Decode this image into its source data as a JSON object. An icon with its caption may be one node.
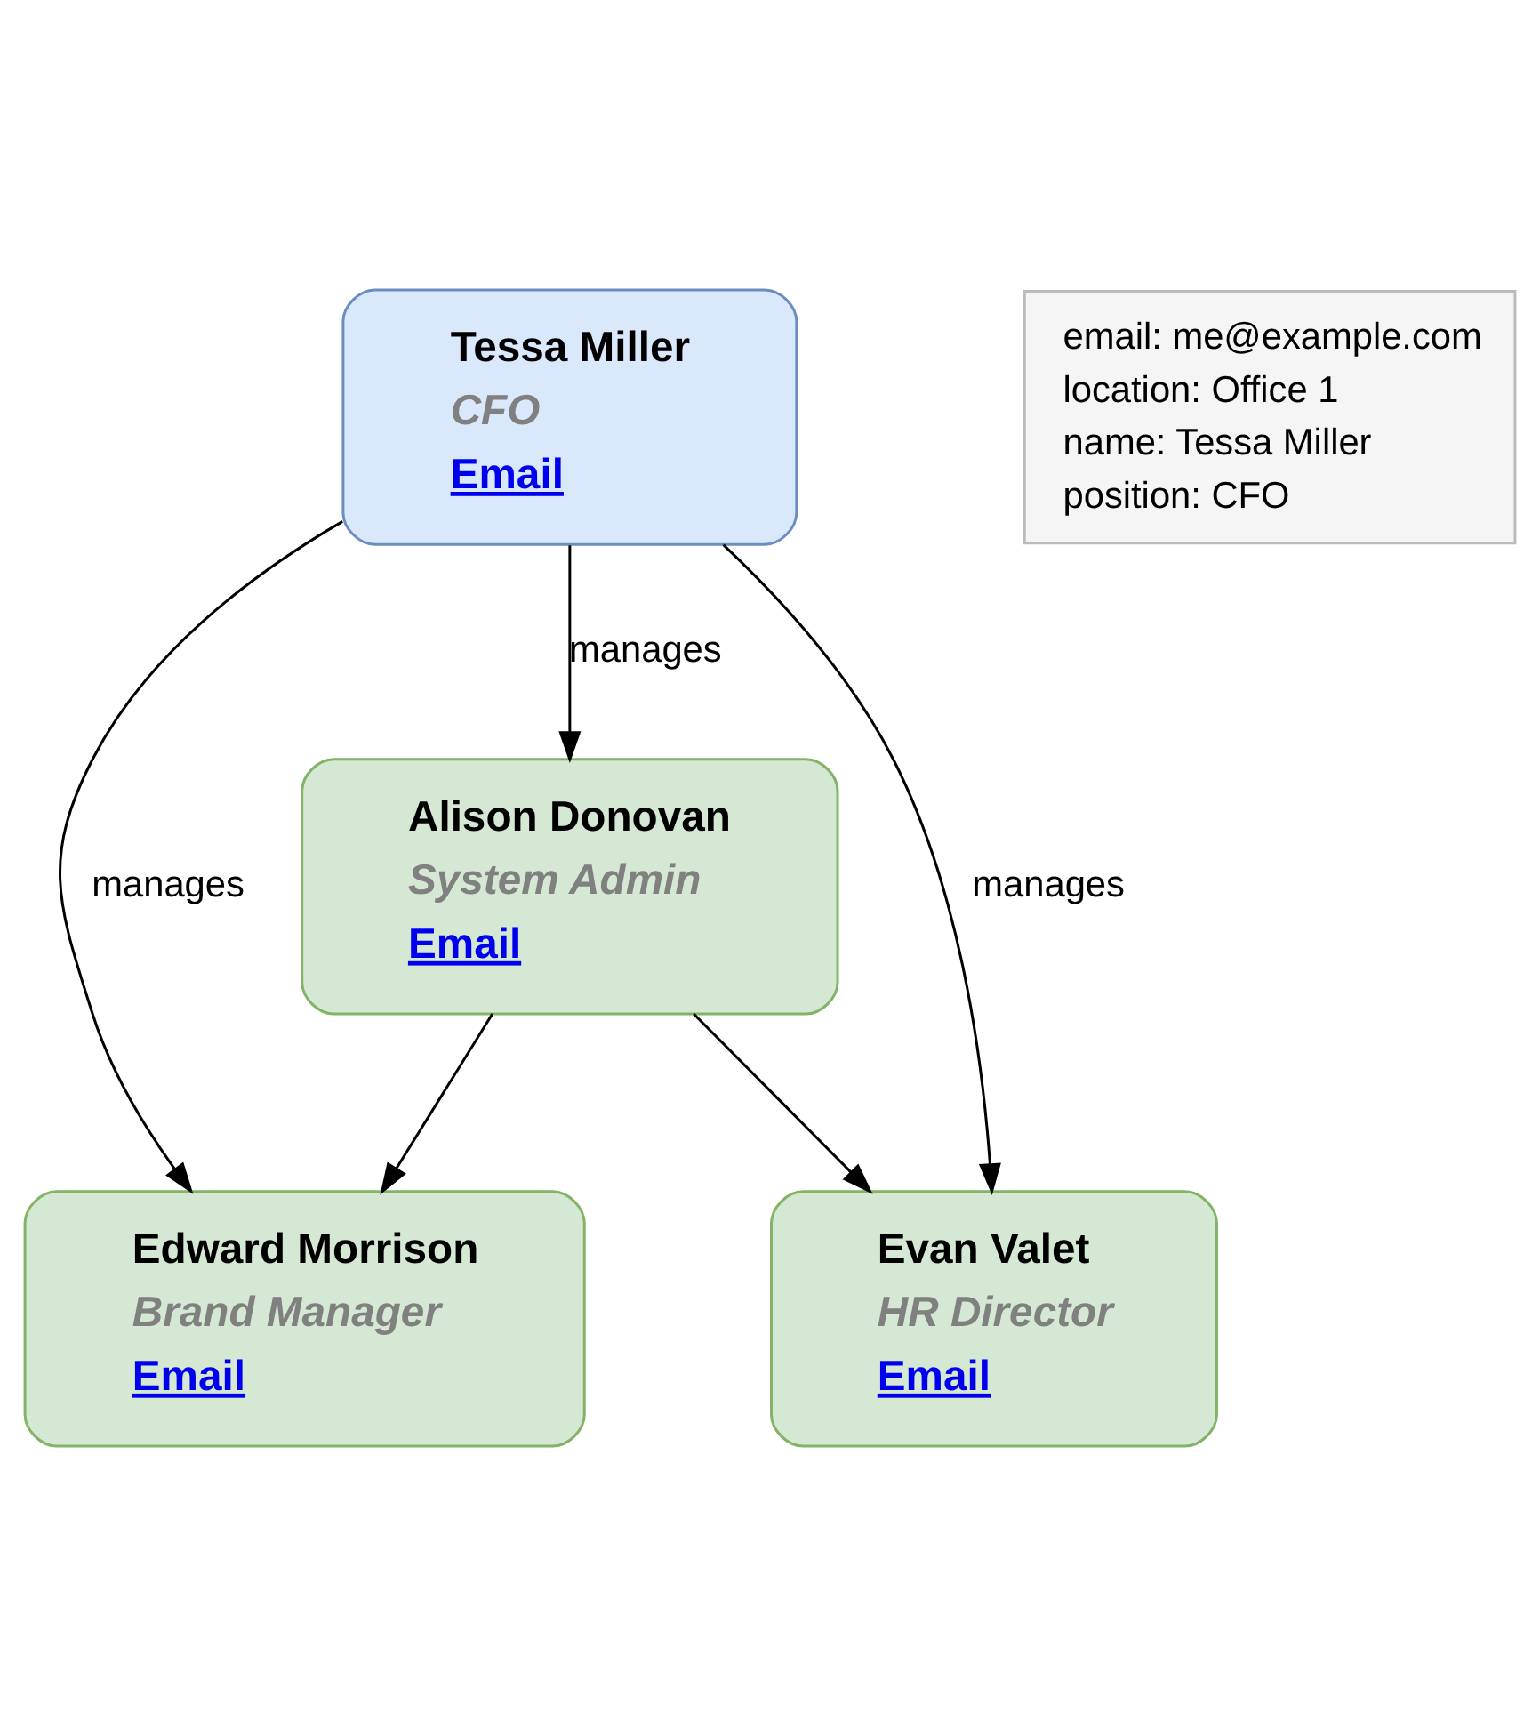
{
  "diagram": {
    "nodes": [
      {
        "text": [
          "Tessa Miller",
          "CFO",
          "Email"
        ]
      },
      {
        "text": [
          "email: me@example.com",
          "location: Office 1",
          "name: Tessa Miller",
          "position: CFO"
        ]
      },
      {
        "text": [
          "Alison Donovan",
          "System Admin",
          "Email"
        ]
      },
      {
        "text": [
          "Edward Morrison",
          "Brand Manager",
          "Email"
        ]
      },
      {
        "text": [
          "Evan Valet",
          "HR Director",
          "Email"
        ]
      }
    ],
    "edges": [
      {
        "from": 0,
        "to": 3,
        "arrow": "to",
        "label": "manages"
      },
      {
        "from": 0,
        "to": 2,
        "arrow": "to",
        "label": "manages"
      },
      {
        "from": 0,
        "to": 4,
        "arrow": "to",
        "label": "manages"
      },
      {
        "from": 2,
        "to": 3,
        "arrow": "to"
      },
      {
        "from": 2,
        "to": 4,
        "arrow": "to"
      }
    ]
  }
}
